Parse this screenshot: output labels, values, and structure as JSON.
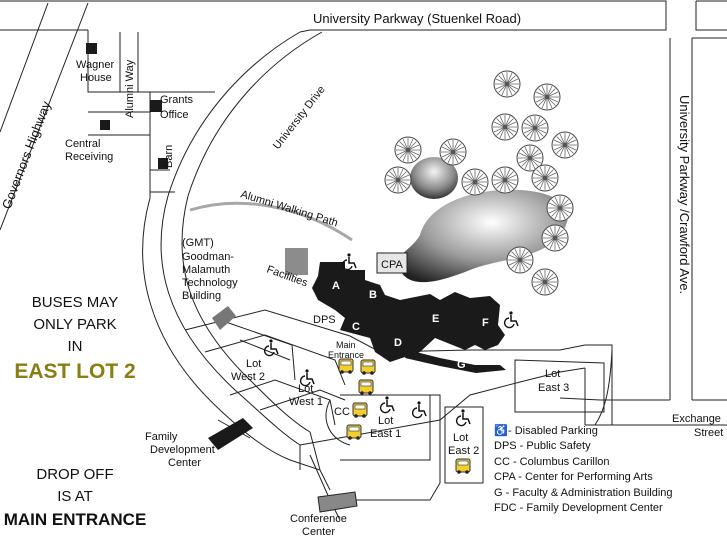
{
  "roads": {
    "north": "University Parkway (Stuenkel Road)",
    "east": "University Parkway  /Crawford Ave.",
    "governors": "Governors Highway",
    "alumni_way": "Alumni Way",
    "university_drive": "University Drive",
    "walking_path": "Alumni Walking Path",
    "exchange": [
      "Exchange",
      "Street"
    ]
  },
  "buildings": {
    "wagner": [
      "Wagner",
      "House"
    ],
    "grants": [
      "Grants",
      "Office"
    ],
    "central_receiving": [
      "Central",
      "Receiving"
    ],
    "barn": "Barn",
    "gmt": [
      "(GMT)",
      "Goodman-",
      "Malamuth",
      "Technology",
      "Building"
    ],
    "facilities": "Facilities",
    "cpa": "CPA",
    "dps": "DPS",
    "fdc": [
      "Family",
      "Development",
      "Center"
    ],
    "conference": [
      "Conference",
      "Center"
    ],
    "main_entrance": [
      "Main",
      "Entrance"
    ],
    "cc": "CC",
    "letters": [
      "A",
      "B",
      "C",
      "D",
      "E",
      "F",
      "G"
    ]
  },
  "lots": {
    "west2": [
      "Lot",
      "West 2"
    ],
    "west1": [
      "Lot",
      "West 1"
    ],
    "east1": [
      "Lot",
      "East 1"
    ],
    "east2": [
      "Lot",
      "East 2"
    ],
    "east3": [
      "Lot",
      "East 3"
    ]
  },
  "notes": {
    "bus_lines": [
      "BUSES MAY",
      "ONLY PARK",
      "IN"
    ],
    "bus_highlight": "EAST LOT 2",
    "drop_lines": [
      "DROP OFF",
      "IS AT"
    ],
    "drop_highlight": "MAIN ENTRANCE"
  },
  "legend": [
    {
      "icon": "wheelchair",
      "text": "- Disabled Parking"
    },
    {
      "icon": "",
      "text": "DPS - Public Safety"
    },
    {
      "icon": "",
      "text": "CC - Columbus Carillon"
    },
    {
      "icon": "",
      "text": "CPA - Center for Performing Arts"
    },
    {
      "icon": "",
      "text": "G -  Faculty & Administration Building"
    },
    {
      "icon": "",
      "text": "FDC - Family Development Center"
    }
  ],
  "colors": {
    "road_outline": "#222222",
    "building": "#1a1a1a",
    "highlight_text": "#8a7d12",
    "bus": "#f2cf2e",
    "walking_path": "#a8a8a8"
  }
}
